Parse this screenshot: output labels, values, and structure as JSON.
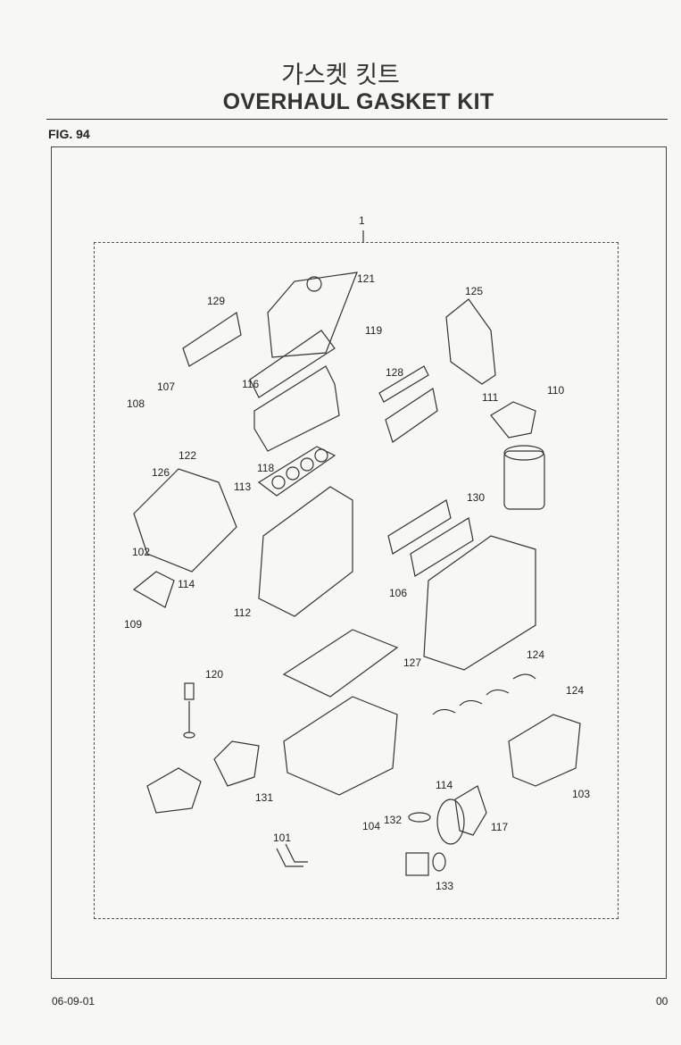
{
  "header": {
    "title_korean": "가스켓 킷트",
    "title_english": "OVERHAUL GASKET KIT",
    "figure_label": "FIG. 94"
  },
  "figure": {
    "callouts": [
      "1",
      "121",
      "129",
      "125",
      "119",
      "128",
      "107",
      "116",
      "108",
      "111",
      "110",
      "122",
      "126",
      "113",
      "118",
      "130",
      "102",
      "114",
      "106",
      "109",
      "112",
      "127",
      "120",
      "124",
      "124",
      "131",
      "114",
      "103",
      "104",
      "132",
      "117",
      "101",
      "133"
    ]
  },
  "footer": {
    "date_code": "06-09-01",
    "page": "00"
  }
}
